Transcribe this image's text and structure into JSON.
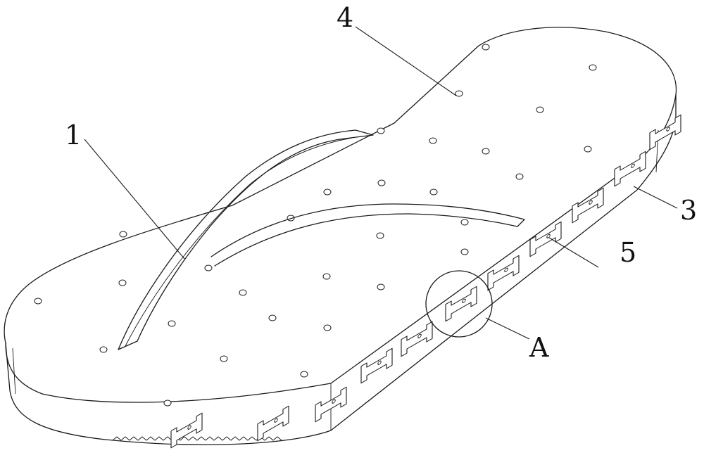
{
  "figure": {
    "callouts": [
      {
        "id": "strap",
        "text": "1"
      },
      {
        "id": "side-wall",
        "text": "3"
      },
      {
        "id": "top-surface",
        "text": "4"
      },
      {
        "id": "elastic-slot",
        "text": "5"
      },
      {
        "id": "detail-a",
        "text": "A"
      }
    ]
  }
}
